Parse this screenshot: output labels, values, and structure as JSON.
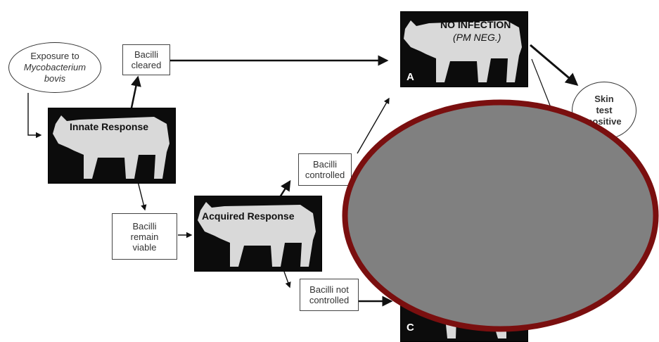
{
  "exposure": {
    "line1": "Exposure to",
    "line2": "Mycobacterium",
    "line3": "bovis"
  },
  "cleared": {
    "line1": "Bacilli",
    "line2": "cleared"
  },
  "innate": {
    "label": "Innate Response"
  },
  "remain": {
    "line1": "Bacilli",
    "line2": "remain",
    "line3": "viable"
  },
  "acquired": {
    "label": "Acquired Response"
  },
  "controlled": {
    "line1": "Bacilli",
    "line2": "controlled"
  },
  "not_controlled": {
    "line1": "Bacilli not",
    "line2": "controlled"
  },
  "panel_a": {
    "title": "NO INFECTION",
    "subtitle": "(PM NEG.)",
    "letter": "A"
  },
  "panel_c": {
    "letter": "C"
  },
  "skin_test": {
    "line1": "Skin",
    "line2": "test",
    "line3": "positive"
  },
  "colors": {
    "overlay_fill": "#808080",
    "overlay_border": "#7a0f0f",
    "panel_bg": "#0c0c0c",
    "cow_fill": "#d9d9d9"
  }
}
